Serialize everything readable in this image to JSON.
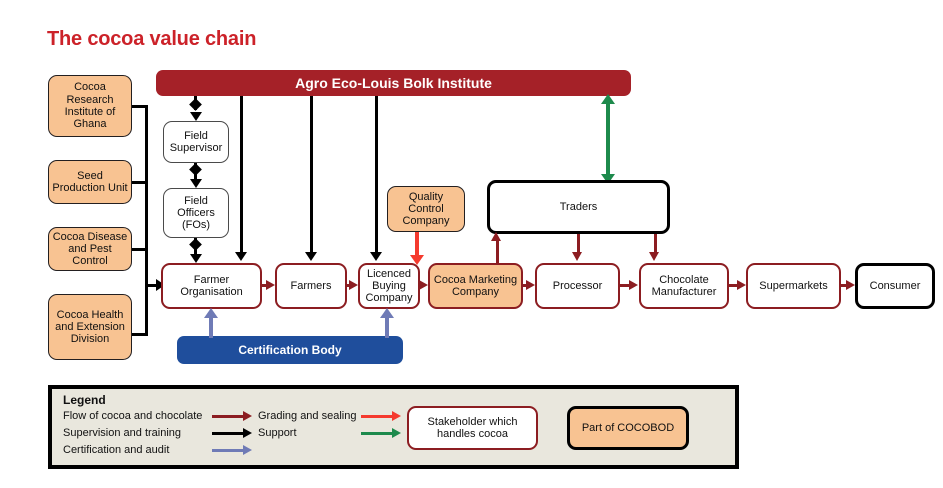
{
  "page": {
    "title": "The cocoa value chain",
    "title_color": "#cc2229",
    "background": "#ffffff"
  },
  "colors": {
    "orange_fill": "#f8c392",
    "dark_red": "#8c1d21",
    "banner_red": "#a52128",
    "banner_blue": "#1f4e9c",
    "grading_red": "#f53a2e",
    "support_green": "#1d8a4c",
    "certification_purple": "#6f7bb6",
    "legend_bg": "#e9e7dd",
    "black": "#000000"
  },
  "banners": {
    "top": "Agro Eco-Louis Bolk Institute",
    "certification": "Certification Body"
  },
  "cocobod_units": [
    {
      "label": "Cocoa Research Institute of Ghana"
    },
    {
      "label": "Seed Production Unit"
    },
    {
      "label": "Cocoa Disease and Pest Control"
    },
    {
      "label": "Cocoa Health and Extension Division"
    }
  ],
  "extension_staff": [
    {
      "label": "Field Supervisor"
    },
    {
      "label": "Field Officers (FOs)"
    }
  ],
  "value_chain": [
    {
      "label": "Farmer Organisation",
      "style": "red"
    },
    {
      "label": "Farmers",
      "style": "red"
    },
    {
      "label": "Licenced Buying Company",
      "style": "red"
    },
    {
      "label": "Cocoa Marketing Company",
      "style": "red-orange"
    },
    {
      "label": "Processor",
      "style": "red"
    },
    {
      "label": "Chocolate Manufacturer",
      "style": "red"
    },
    {
      "label": "Supermarkets",
      "style": "red"
    },
    {
      "label": "Consumer",
      "style": "black"
    }
  ],
  "other_nodes": {
    "quality_control": "Quality Control Company",
    "traders": "Traders"
  },
  "legend": {
    "title": "Legend",
    "items": [
      {
        "label": "Flow of cocoa and chocolate",
        "color": "#8c1d21"
      },
      {
        "label": "Supervision and training",
        "color": "#000000"
      },
      {
        "label": "Certification and audit",
        "color": "#6f7bb6"
      },
      {
        "label": "Grading and sealing",
        "color": "#f53a2e"
      },
      {
        "label": "Support",
        "color": "#1d8a4c"
      }
    ],
    "key_boxes": [
      {
        "label": "Stakeholder which handles cocoa",
        "style": "red"
      },
      {
        "label": "Part of COCOBOD",
        "style": "orange-black"
      }
    ]
  }
}
